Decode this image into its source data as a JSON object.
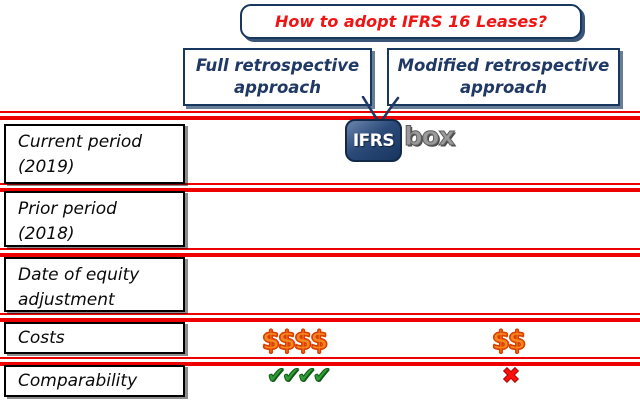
{
  "title_box": {
    "label": "How to adopt IFRS 16 Leases?"
  },
  "columns": [
    {
      "label": "Full retrospective approach"
    },
    {
      "label": "Modified retrospective approach"
    }
  ],
  "rows": [
    {
      "label": "Current period (2019)",
      "full": "",
      "modified": ""
    },
    {
      "label": "Prior period (2018)",
      "full": "",
      "modified": ""
    },
    {
      "label": "Date of equity adjustment",
      "full": "",
      "modified": ""
    },
    {
      "label": "Costs",
      "full": "$$$$",
      "modified": "$$"
    },
    {
      "label": "Comparability",
      "full": "✔✔✔✔",
      "modified": "✖"
    }
  ],
  "logo": {
    "ifrs": "IFRS",
    "box": "box"
  },
  "colors": {
    "line_red": "#ee0000",
    "title_red": "#f01414",
    "navy_border": "#17375e",
    "navy_text": "#1f3864",
    "cost_orange": "#f5871f",
    "check_green": "#2e9e33",
    "cross_red": "#fa0f0f"
  }
}
